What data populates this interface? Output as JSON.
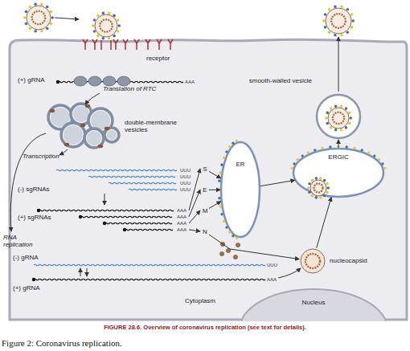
{
  "diagram": {
    "caption": "Figure 2: Coronavirus replication.",
    "nodes": [
      {
        "text": [
          "Cytoplasm"
        ]
      },
      {
        "text": [
          "double-membrane vesicles"
        ],
        "in": 0
      },
      {
        "text": [
          "smooth-walled vesicle"
        ],
        "in": 0
      },
      {
        "text": [
          "ER"
        ],
        "in": 0
      },
      {
        "text": [
          "ERGIC"
        ],
        "in": 0
      },
      {
        "text": [
          "S"
        ],
        "in": 0
      },
      {
        "text": [
          "E"
        ],
        "in": 0
      },
      {
        "text": [
          "M"
        ],
        "in": 0
      },
      {
        "text": [
          "N"
        ],
        "in": 0
      },
      {
        "text": [
          "nucleocapsid"
        ],
        "in": 0
      },
      {
        "text": [
          "Nucleus"
        ],
        "in": 0
      }
    ],
    "edges": [
      {
        "from": 5,
        "to": 3,
        "arrow": "to"
      },
      {
        "from": 6,
        "to": 3,
        "arrow": "to"
      },
      {
        "from": 7,
        "to": 3,
        "arrow": "to"
      },
      {
        "from": 3,
        "to": 4,
        "arrow": "to"
      },
      {
        "from": 4,
        "to": 2,
        "arrow": "to"
      },
      {
        "from": 8,
        "to": 9,
        "arrow": "to"
      },
      {
        "from": 9,
        "to": 4,
        "arrow": "to"
      }
    ],
    "labels": [
      "(+) gRNA",
      "receptor",
      "AAA",
      "Translation of RTC",
      "Transcription",
      "(-) sgRNAs",
      "UUU",
      "UUU",
      "UUU",
      "UUU",
      "(+) sgRNAs",
      "AAA",
      "AAA",
      "AAA",
      "AAA",
      "RNA replication",
      "(-) gRNA",
      "UUU",
      "(+) gRNA",
      "AAA",
      "FIGURE 28.6. Overview of coronavirus replication (see text for details)."
    ]
  }
}
